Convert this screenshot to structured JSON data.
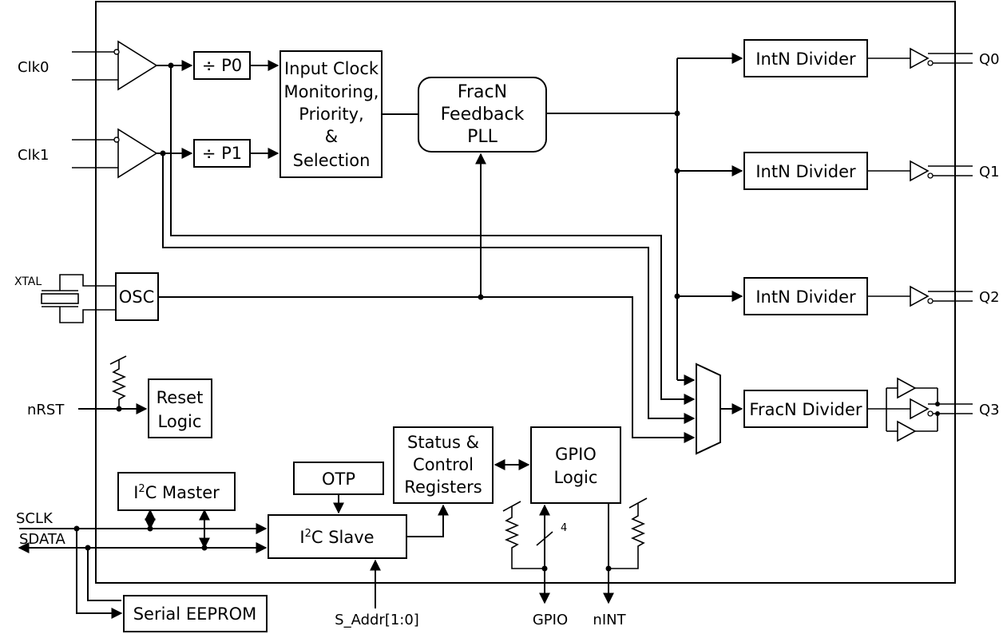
{
  "pins": {
    "clk0": "Clk0",
    "clk1": "Clk1",
    "xtal": "XTAL",
    "nrst": "nRST",
    "sclk": "SCLK",
    "sdata": "SDATA",
    "q0": "Q0",
    "q1": "Q1",
    "q2": "Q2",
    "q3": "Q3",
    "s_addr": "S_Addr[1:0]",
    "gpio": "GPIO",
    "nint": "nINT"
  },
  "blocks": {
    "p0": "÷ P0",
    "p1": "÷ P1",
    "input_clock": [
      "Input Clock",
      "Monitoring,",
      "Priority,",
      "&",
      "Selection"
    ],
    "pll": [
      "FracN",
      "Feedback",
      "PLL"
    ],
    "intn_divider": "IntN Divider",
    "fracn_divider": "FracN Divider",
    "osc": "OSC",
    "reset_logic": [
      "Reset",
      "Logic"
    ],
    "i2c_master_prefix": "I",
    "i2c_master_sup": "2",
    "i2c_master_suffix": "C Master",
    "i2c_slave_prefix": "I",
    "i2c_slave_sup": "2",
    "i2c_slave_suffix": "C Slave",
    "otp": "OTP",
    "status": [
      "Status &",
      "Control",
      "Registers"
    ],
    "gpio_logic": [
      "GPIO",
      "Logic"
    ],
    "serial_eeprom": "Serial EEPROM"
  },
  "bus_width": "4"
}
